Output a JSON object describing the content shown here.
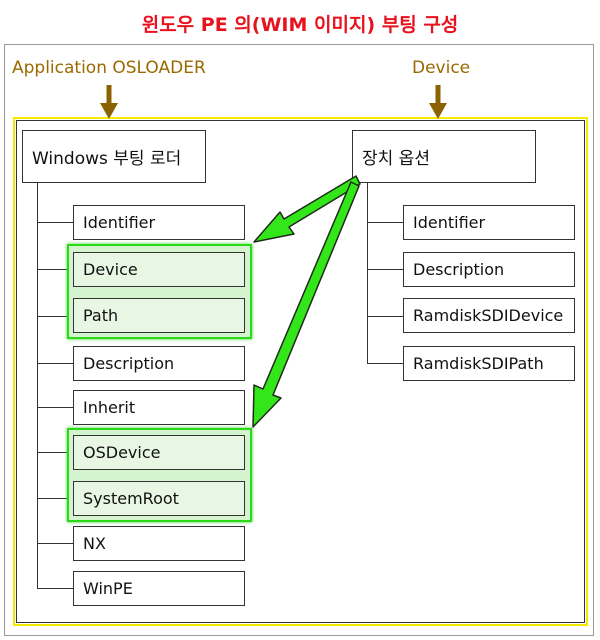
{
  "title": "윈도우 PE 의(WIM 이미지) 부팅 구성",
  "labels": {
    "app_osloader": "Application OSLOADER",
    "device": "Device"
  },
  "left_root": "Windows 부팅 로더",
  "right_root": "장치 옵션",
  "left_items": [
    "Identifier",
    "Device",
    "Path",
    "Description",
    "Inherit",
    "OSDevice",
    "SystemRoot",
    "NX",
    "WinPE"
  ],
  "right_items": [
    "Identifier",
    "Description",
    "RamdiskSDIDevice",
    "RamdiskSDIPath"
  ],
  "colors": {
    "title": "#e8121c",
    "label": "#9a6a00",
    "label_arrow": "#8a6200",
    "highlight_fill": "#d4f4cf",
    "highlight_border": "#2bd81a",
    "green_arrow": "#33e61a",
    "frame_yellow": "#f2ea00"
  }
}
